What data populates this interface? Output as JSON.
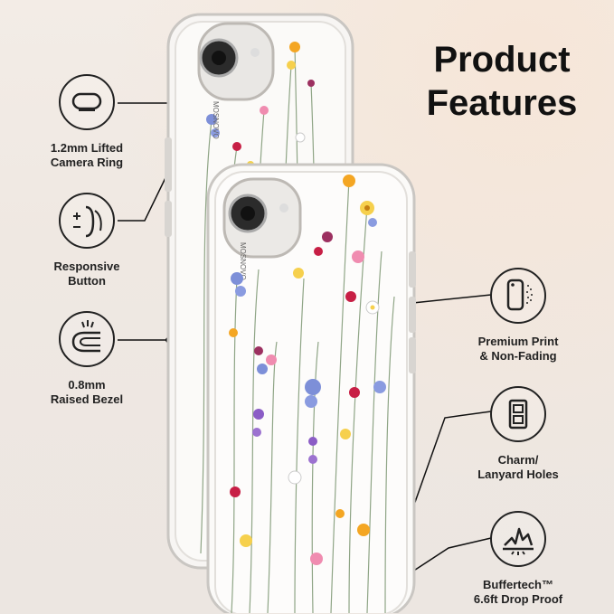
{
  "heading": {
    "line1": "Product",
    "line2": "Features"
  },
  "brand": "MOSNOVO",
  "features": {
    "camera_ring": {
      "line1": "1.2mm Lifted",
      "line2": "Camera Ring",
      "icon": "camera-ring-icon"
    },
    "responsive_button": {
      "line1": "Responsive",
      "line2": "Button",
      "icon": "button-icon"
    },
    "raised_bezel": {
      "line1": "0.8mm",
      "line2": "Raised Bezel",
      "icon": "bezel-icon"
    },
    "premium_print": {
      "line1": "Premium Print",
      "line2": "& Non-Fading",
      "icon": "print-icon"
    },
    "lanyard_holes": {
      "line1": "Charm/",
      "line2": "Lanyard Holes",
      "icon": "lanyard-hole-icon"
    },
    "drop_proof": {
      "line1": "Buffertech™",
      "line2": "6.6ft Drop Proof",
      "icon": "shockwave-icon"
    }
  },
  "colors": {
    "text": "#222222",
    "background": "#efe8e2"
  }
}
